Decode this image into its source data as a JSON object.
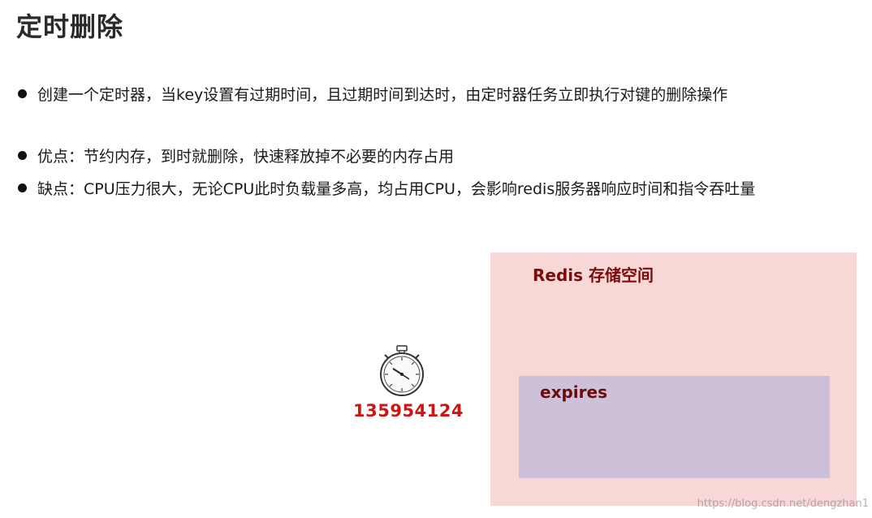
{
  "slide": {
    "title": "定时删除"
  },
  "bullets": [
    "创建一个定时器，当key设置有过期时间，且过期时间到达时，由定时器任务立即执行对键的删除操作",
    "优点：节约内存，到时就删除，快速释放掉不必要的内存占用",
    "缺点：CPU压力很大，无论CPU此时负载量多高，均占用CPU，会影响redis服务器响应时间和指令吞吐量"
  ],
  "diagram": {
    "timer_value": "135954124",
    "redis_space_label": "Redis 存储空间",
    "expires_label": "expires",
    "icon": "stopwatch-icon",
    "colors": {
      "redis_space": "#f8d7d7",
      "expires": "#cfc0d9",
      "timer_text": "#cc1515",
      "label_text": "#7b0c0c"
    }
  },
  "watermark": "https://blog.csdn.net/dengzhan1"
}
